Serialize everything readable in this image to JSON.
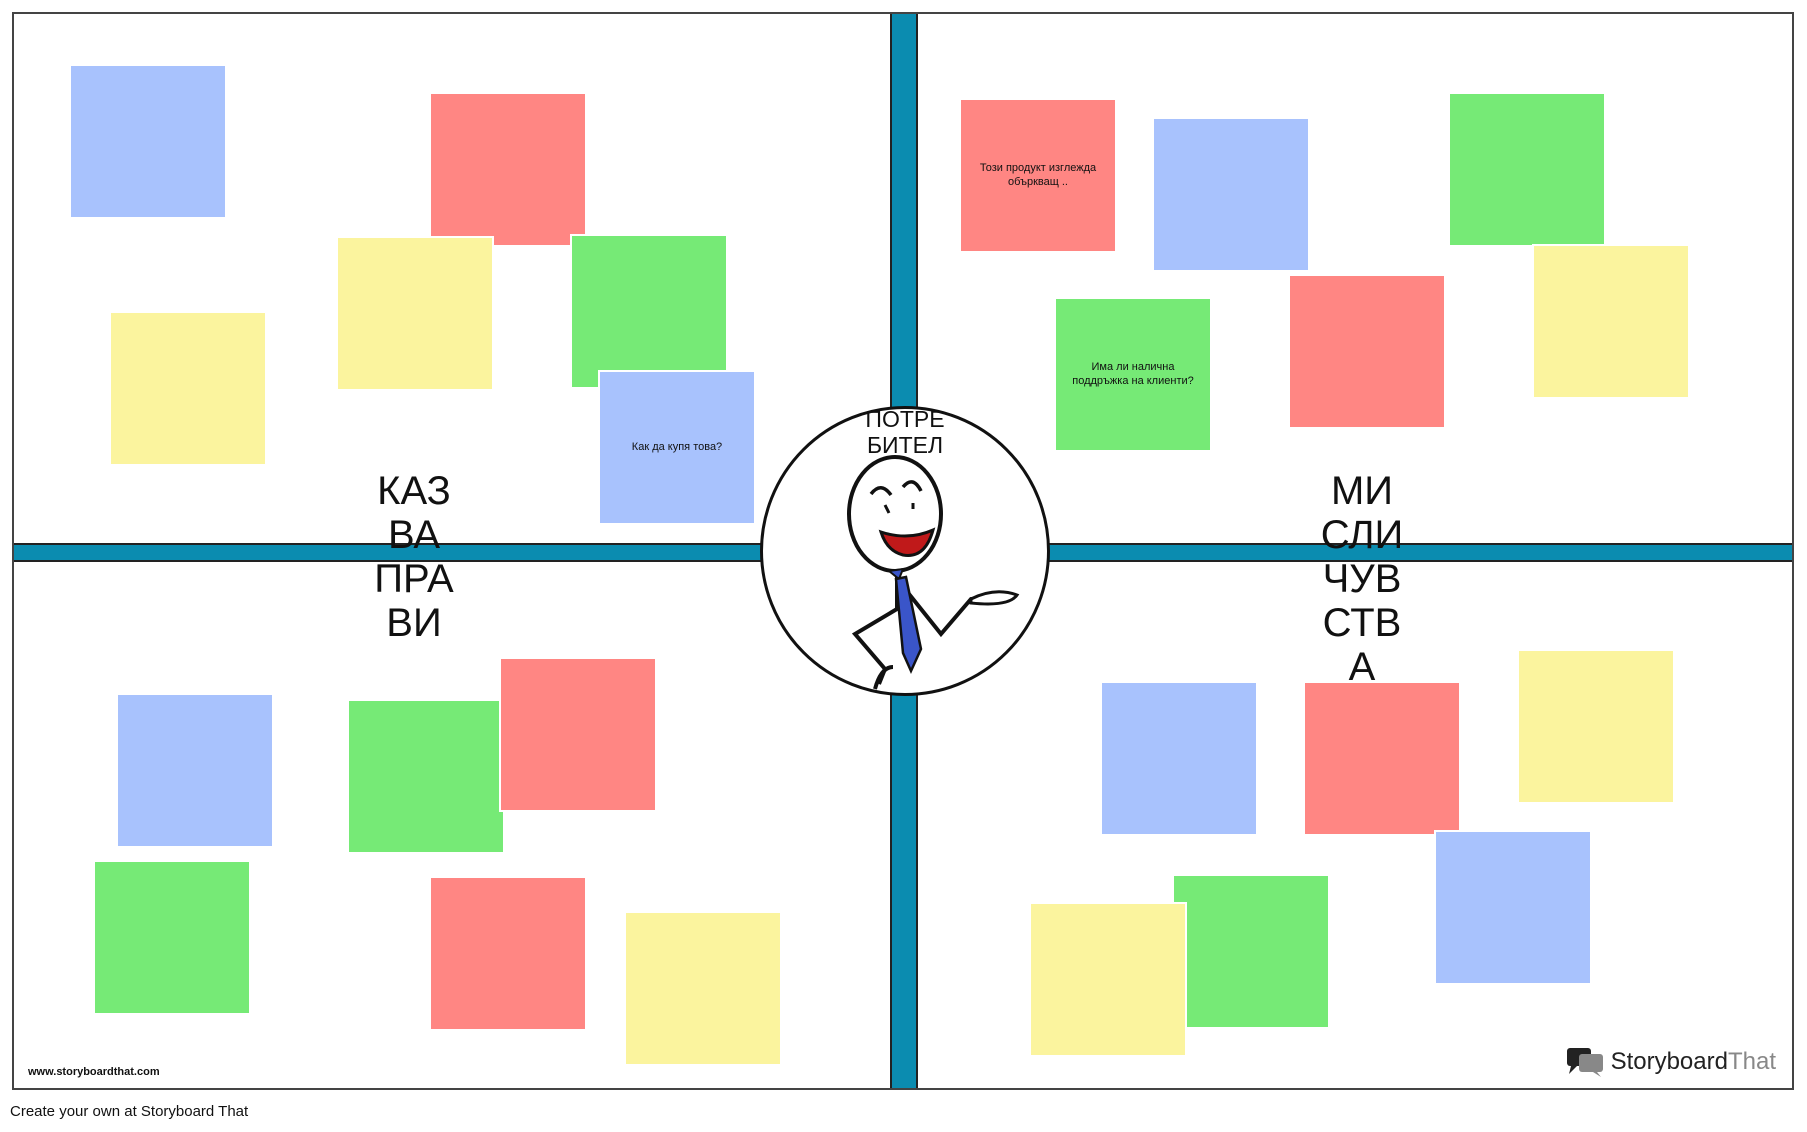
{
  "board": {
    "quadrants": {
      "says_does": "КАЗ\nВА\nПРА\nВИ",
      "thinks_feels": "МИ\nСЛИ\nЧУВ\nСТВ\nА"
    },
    "center_label": "ПОТРЕ\nБИТЕЛ",
    "notes": {
      "how_to_buy": "Как да купя това?",
      "confusing": "Този продукт изглежда объркващ ..",
      "support": "Има ли налична поддръжка на клиенти?"
    },
    "watermark": "www.storyboardthat.com",
    "brand": {
      "part1": "Storyboard",
      "part2": "That"
    }
  },
  "footer": {
    "text": "Create your own at Storyboard That"
  },
  "colors": {
    "bar": "#0b8cb0",
    "blue": "#a8c2fd",
    "red": "#ff8683",
    "yellow": "#fbf49e",
    "green": "#76ea76"
  }
}
